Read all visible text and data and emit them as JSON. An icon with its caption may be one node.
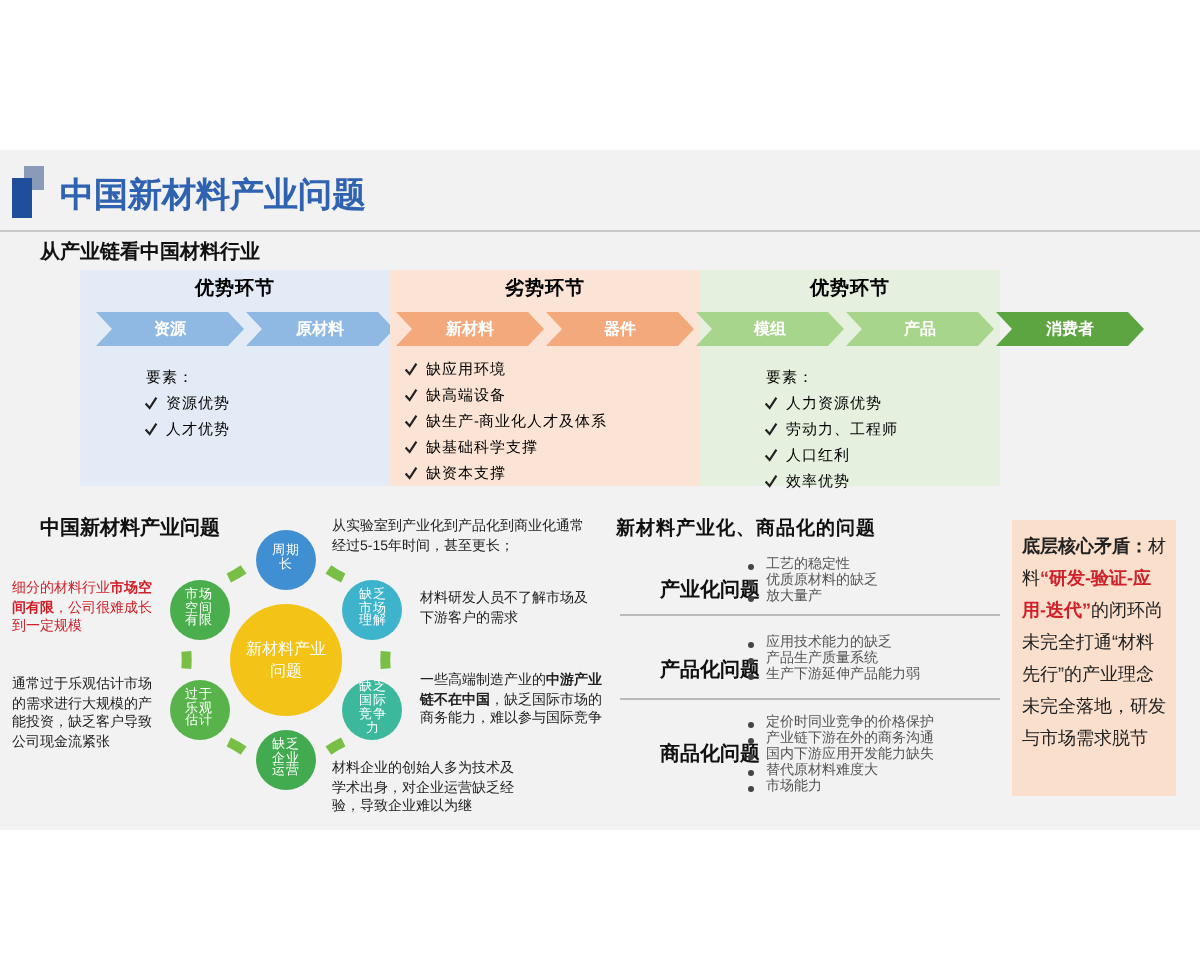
{
  "diagram": {
    "title": "中国新材料产业问题",
    "nodes": [
      {
        "text": [
          "优势环节",
          "要素：",
          "资源优势",
          "人才优势"
        ]
      },
      {
        "text": [
          "劣势环节",
          "缺应用环境",
          "缺高端设备",
          "缺生产-商业化人才及体系",
          "缺基础科学支撑",
          "缺资本支撑"
        ]
      },
      {
        "text": [
          "优势环节",
          "要素：",
          "人力资源优势",
          "劳动力、工程师",
          "人口红利",
          "效率优势"
        ]
      },
      {
        "text": [
          "资源"
        ],
        "in": 0
      },
      {
        "text": [
          "原材料"
        ],
        "in": 0
      },
      {
        "text": [
          "新材料"
        ],
        "in": 1
      },
      {
        "text": [
          "器件"
        ],
        "in": 1
      },
      {
        "text": [
          "模组"
        ],
        "in": 2
      },
      {
        "text": [
          "产品"
        ],
        "in": 2
      },
      {
        "text": [
          "消费者"
        ]
      },
      {
        "text": [
          "新材料产业问题"
        ]
      },
      {
        "text": [
          "周期长"
        ],
        "beside": [
          "从实验室到产业化到产品化到商业化通常经过5-15年时间，甚至更长；"
        ]
      },
      {
        "text": [
          "缺乏市场理解"
        ],
        "beside": [
          "材料研发人员不了解市场及下游客户的需求"
        ]
      },
      {
        "text": [
          "缺乏国际竞争力"
        ],
        "beside": [
          "一些高端制造产业的**中游产业链不在中国**，缺乏国际市场的商务能力，难以参与国际竞争"
        ]
      },
      {
        "text": [
          "缺乏企业运营"
        ],
        "beside": [
          "材料企业的创始人多为技术及学术出身，对企业运营缺乏经验，导致企业难以为继"
        ]
      },
      {
        "text": [
          "过于乐观估计"
        ],
        "beside": [
          "通常过于乐观估计市场的需求进行大规模的产能投资，缺乏客户导致公司现金流紧张"
        ]
      },
      {
        "text": [
          "市场空间有限"
        ],
        "beside": [
          "细分的材料行业**市场空间有限**，公司很难成长到一定规模"
        ]
      },
      {
        "text": [
          "**底层核心矛盾：**材料**“研发-验证-应用-迭代”**的闭环尚未完全打通“材料先行”的产业理念未完全落地，研发与市场需求脱节"
        ]
      }
    ],
    "edges": [
      {
        "from": 11,
        "to": 12,
        "arrow": "none"
      },
      {
        "from": 12,
        "to": 13,
        "arrow": "none"
      },
      {
        "from": 13,
        "to": 14,
        "arrow": "none"
      },
      {
        "from": 14,
        "to": 15,
        "arrow": "none"
      },
      {
        "from": 15,
        "to": 16,
        "arrow": "none"
      },
      {
        "from": 16,
        "to": 11,
        "arrow": "none"
      }
    ],
    "labels": [
      "从产业链看中国材料行业",
      "中国新材料产业问题",
      "新材料产业化、商品化的问题",
      "产业化问题",
      "工艺的稳定性",
      "优质原材料的缺乏",
      "放大量产",
      "产品化问题",
      "应用技术能力的缺乏",
      "产品生产质量系统",
      "生产下游延伸产品能力弱",
      "商品化问题",
      "定价时同业竞争的价格保护",
      "产业链下游在外的商务沟通",
      "国内下游应用开发能力缺失",
      "替代原材料难度大",
      "市场能力"
    ]
  }
}
